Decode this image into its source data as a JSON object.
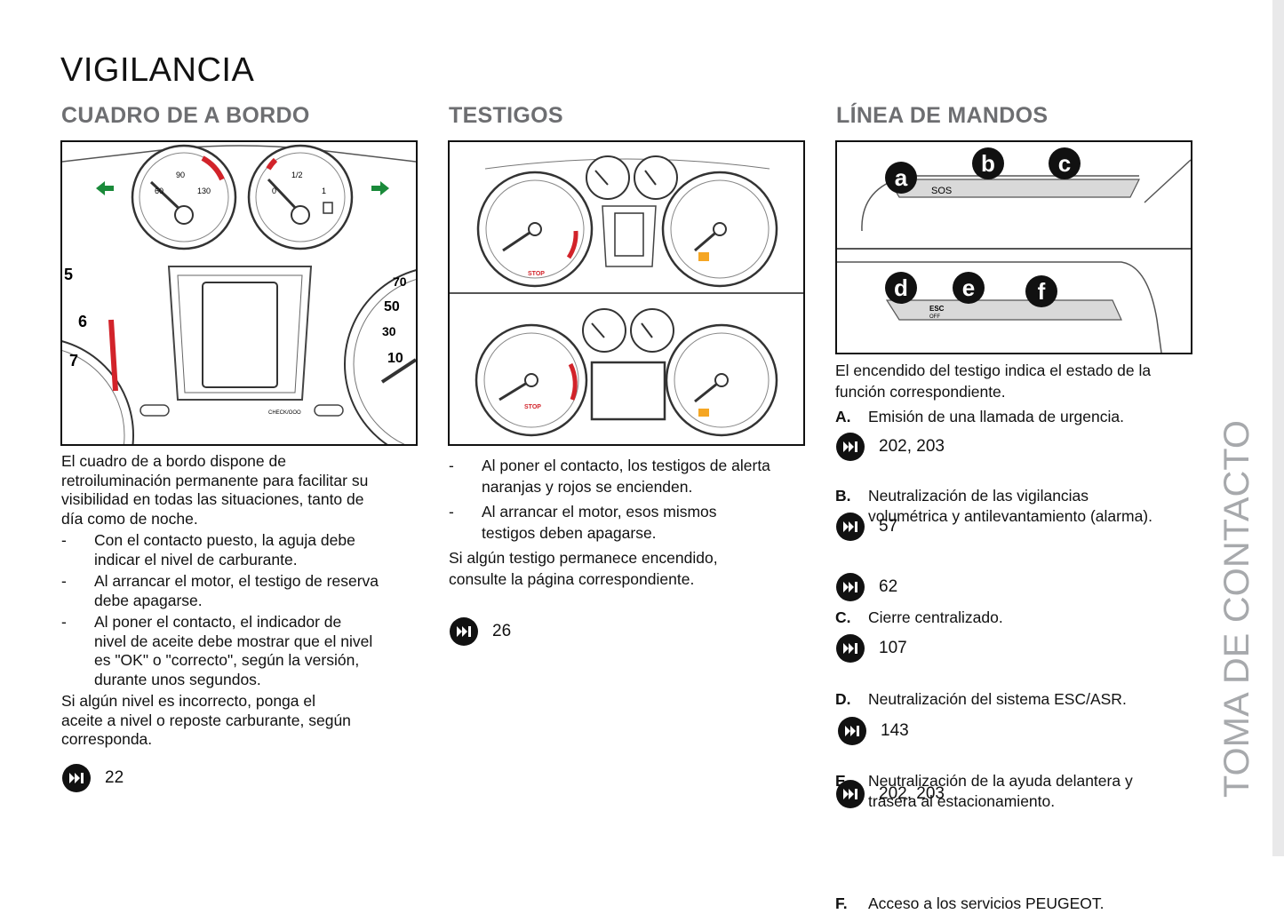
{
  "page_title": "VIGILANCIA",
  "side_label": "TOMA DE CONTACTO",
  "col1": {
    "heading": "CUADRO DE A BORDO",
    "intro": [
      "El cuadro de a bordo dispone de",
      "retroiluminación permanente para facilitar su",
      "visibilidad en todas las situaciones, tanto de",
      "día como de noche."
    ],
    "bullets": [
      [
        "Con el contacto puesto, la aguja debe",
        "indicar el nivel de carburante."
      ],
      [
        "Al arrancar el motor, el testigo de reserva",
        "debe apagarse."
      ],
      [
        "Al poner el contacto, el indicador de",
        "nivel de aceite debe mostrar que el nivel",
        "es \"OK\" o \"correcto\", según la versión,",
        "durante unos segundos."
      ]
    ],
    "outro": [
      "Si algún nivel es incorrecto, ponga el",
      "aceite a nivel o reposte carburante, según",
      "corresponda."
    ],
    "ref": "22",
    "figure_labels": {
      "temp_90": "90",
      "temp_60": "60",
      "temp_130": "130",
      "fuel_half": "1/2",
      "fuel_0": "0",
      "fuel_1": "1",
      "rev_5": "5",
      "rev_6": "6",
      "rev_7": "7",
      "spd_70": "70",
      "spd_50": "50",
      "spd_30": "30",
      "spd_10": "10",
      "check": "CHECK/OOO"
    }
  },
  "col2": {
    "heading": "TESTIGOS",
    "bullets": [
      [
        "Al poner el contacto, los testigos de alerta",
        "naranjas y rojos se encienden."
      ],
      [
        "Al arrancar el motor, esos mismos",
        "testigos deben apagarse."
      ]
    ],
    "outro": [
      "Si algún testigo permanece encendido,",
      "consulte la página correspondiente."
    ],
    "ref": "26",
    "figure_labels": {
      "stop": "STOP"
    }
  },
  "col3": {
    "heading": "LÍNEA DE MANDOS",
    "intro": [
      "El encendido del testigo indica el estado de la",
      "función correspondiente."
    ],
    "items": [
      {
        "letter": "A.",
        "text": [
          "Emisión de una llamada de urgencia."
        ],
        "ref": "202, 203"
      },
      {
        "letter": "B.",
        "text": [
          "Neutralización de las vigilancias",
          "volumétrica y antilevantamiento (alarma)."
        ],
        "ref": "57"
      },
      {
        "letter": "C.",
        "text": [
          "Cierre centralizado."
        ],
        "ref": "62"
      },
      {
        "letter": "D.",
        "text": [
          "Neutralización del sistema ESC/ASR."
        ],
        "ref": "107"
      },
      {
        "letter": "E.",
        "text": [
          "Neutralización de la ayuda delantera y",
          "trasera al estacionamiento."
        ],
        "ref": "143"
      },
      {
        "letter": "F.",
        "text": [
          "Acceso a los servicios PEUGEOT."
        ],
        "ref": "202, 203"
      }
    ],
    "figure_labels": {
      "a": "a",
      "b": "b",
      "c": "c",
      "d": "d",
      "e": "e",
      "f": "f",
      "sos": "SOS",
      "esc": "ESC",
      "off": "OFF"
    }
  },
  "colors": {
    "heading_gray": "#6d6e71",
    "red": "#d2232a",
    "green": "#1a8a3a",
    "sidebar": "#e9e9ea",
    "side_text": "#a7a9ac"
  },
  "icon_names": {
    "ref": "forward-arrow-icon"
  }
}
